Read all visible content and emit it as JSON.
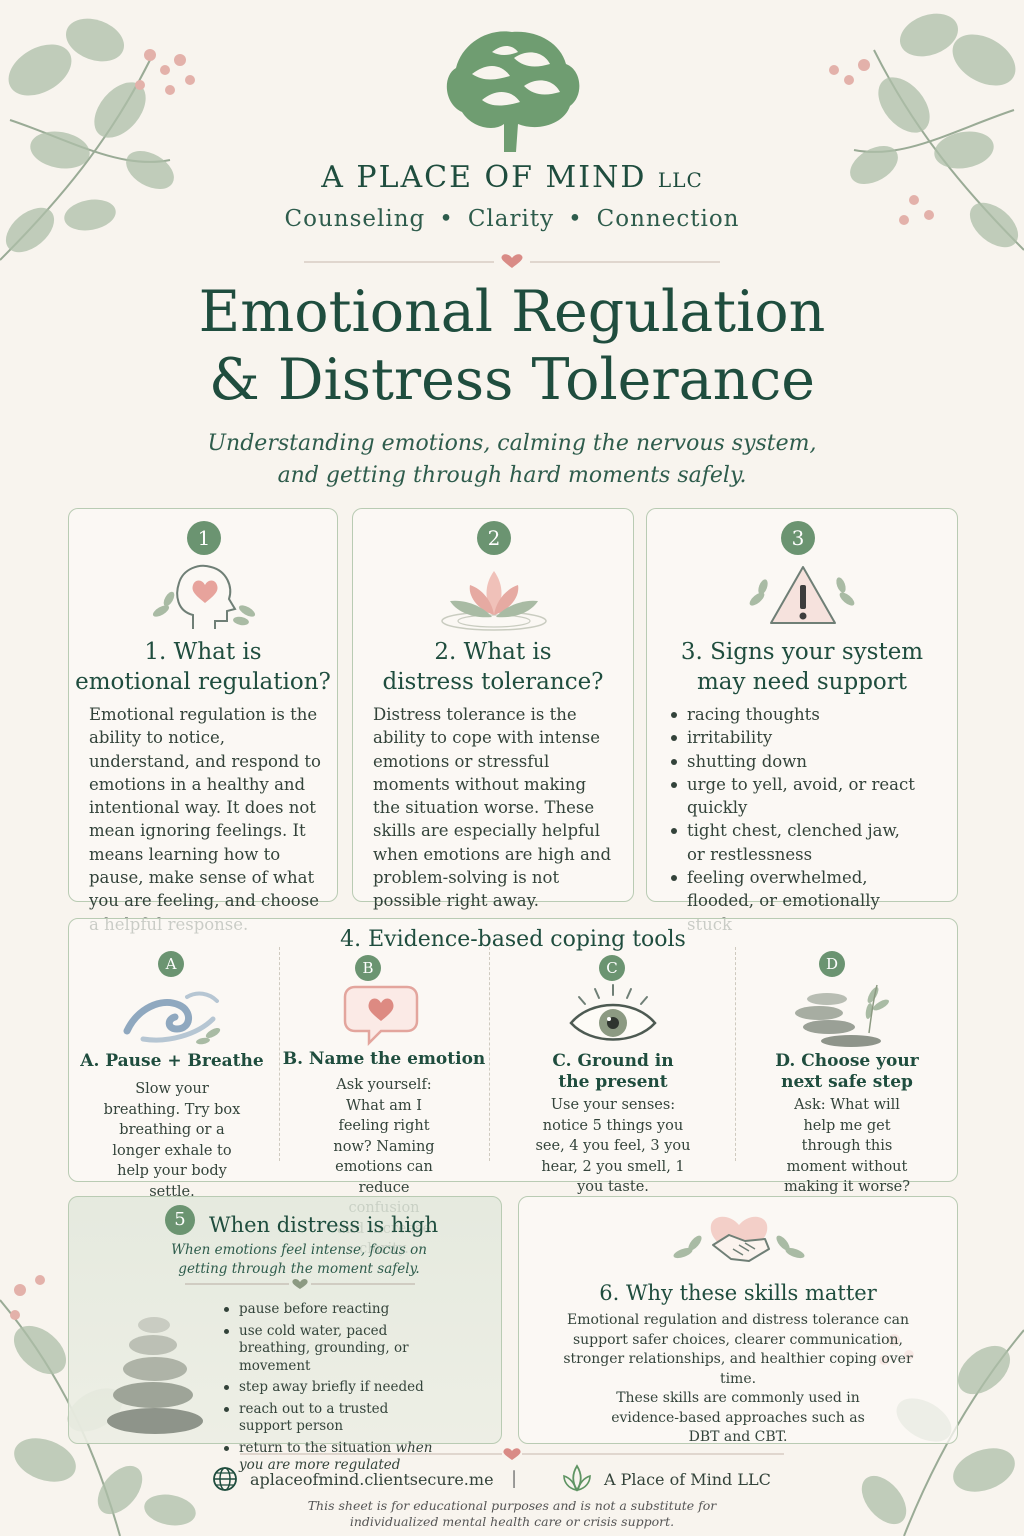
{
  "header": {
    "org_name": "A PLACE OF MIND",
    "org_suffix": "LLC",
    "tagline": [
      "Counseling",
      "Clarity",
      "Connection"
    ],
    "title_line1": "Emotional Regulation",
    "title_line2": "& Distress Tolerance",
    "subtitle_line1": "Understanding emotions, calming the nervous system,",
    "subtitle_line2": "and getting through hard moments safely."
  },
  "cards": [
    {
      "number": "1",
      "title_line1": "1. What is",
      "title_line2": "emotional regulation?",
      "body": "Emotional regulation is the ability to notice, understand, and respond to emotions in a healthy and intentional way. It does not mean ignoring feelings. It means learning how to pause, make sense of what you are feeling, and choose a helpful response.",
      "icon": "head-heart-icon"
    },
    {
      "number": "2",
      "title_line1": "2. What is",
      "title_line2": "distress tolerance?",
      "body": "Distress tolerance is the ability to cope with intense emotions or stressful moments without making the situation worse. These skills are especially helpful when emotions are high and problem-solving is not possible right away.",
      "icon": "lotus-icon"
    },
    {
      "number": "3",
      "title_line1": "3. Signs your system",
      "title_line2": "may need support",
      "items": [
        "racing thoughts",
        "irritability",
        "shutting down",
        "urge to yell, avoid, or react quickly",
        "tight chest, clenched jaw, or restlessness",
        "feeling overwhelmed, flooded, or emotionally stuck"
      ],
      "icon": "warning-icon"
    }
  ],
  "tools": {
    "heading": "4. Evidence-based coping tools",
    "items": [
      {
        "letter": "A",
        "title_line1": "A. Pause + Breathe",
        "title_line2": "",
        "body": "Slow your breathing. Try box breathing or a longer exhale to help your body settle.",
        "icon": "breath-wave-icon"
      },
      {
        "letter": "B",
        "title_line1": "B. Name the emotion",
        "title_line2": "",
        "body": "Ask yourself: What am I feeling right now? Naming emotions can reduce confusion and increase clarity.",
        "icon": "speech-heart-icon"
      },
      {
        "letter": "C",
        "title_line1": "C. Ground in",
        "title_line2": "the present",
        "body": "Use your senses: notice 5 things you see, 4 you feel, 3 you hear, 2 you smell, 1 you taste.",
        "icon": "eye-icon"
      },
      {
        "letter": "D",
        "title_line1": "D. Choose your",
        "title_line2": "next safe step",
        "body": "Ask: What will help me get through this moment without making it worse?",
        "icon": "stepping-stones-icon"
      }
    ]
  },
  "distress": {
    "number": "5",
    "title": "When distress is high",
    "intro": "When emotions feel intense, focus on getting through the moment safely.",
    "items": [
      "pause before reacting",
      "use cold water, paced breathing, grounding, or movement",
      "step away briefly if needed",
      "reach out to a trusted support person"
    ],
    "last_item_plain": "return to the situation",
    "last_item_italic": "when you are more regulated"
  },
  "why": {
    "title": "6. Why these skills matter",
    "para1": "Emotional regulation and distress tolerance can support safer choices, clearer communication, stronger relationships, and healthier coping over time.",
    "para2": "These skills are commonly used in evidence-based approaches such as DBT and CBT.",
    "icon": "handshake-heart-icon"
  },
  "footer": {
    "url": "aplaceofmind.clientsecure.me",
    "separator": "|",
    "org": "A Place of Mind LLC",
    "disclaimer_line1": "This sheet is for educational purposes and is not a substitute for",
    "disclaimer_line2": "individualized mental health care or crisis support."
  },
  "colors": {
    "background": "#f8f4ee",
    "primary_green": "#1f4d3e",
    "badge_green": "#6b9471",
    "accent_pink": "#d98b86",
    "card_border": "#b9cbb3"
  }
}
